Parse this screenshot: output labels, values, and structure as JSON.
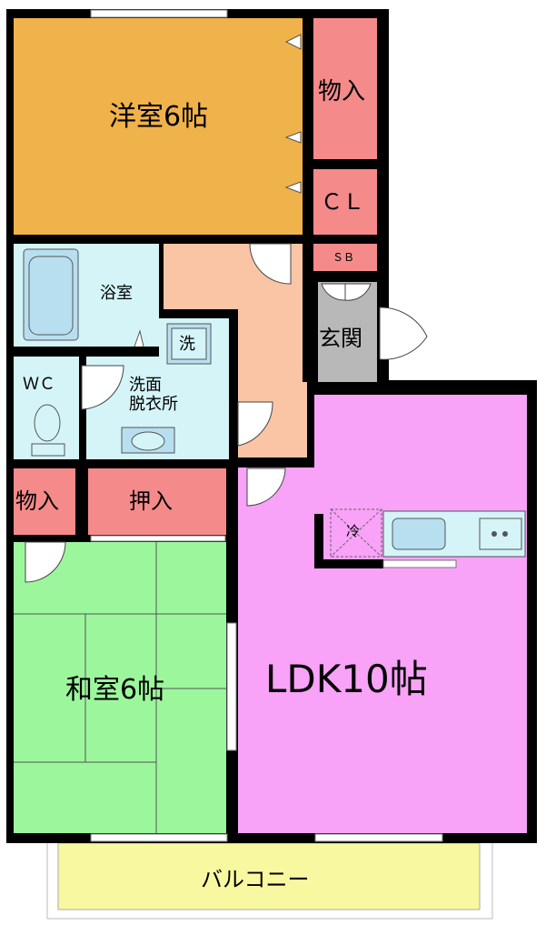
{
  "rooms": {
    "western": {
      "label": "洋室6帖",
      "color": "#F0B24A"
    },
    "storage_top": {
      "label": "物入",
      "color": "#F48A8A"
    },
    "closet": {
      "label": "ＣＬ",
      "color": "#F48A8A"
    },
    "shoe_box": {
      "label": "ＳＢ",
      "color": "#F48A8A"
    },
    "hall": {
      "label": "",
      "color": "#FAC5A5"
    },
    "bath": {
      "label": "浴室",
      "color": "#D4F4F8"
    },
    "washer": {
      "label": "洗",
      "color": "#D4F4F8"
    },
    "washroom": {
      "label": "洗面\n脱衣所",
      "color": "#D4F4F8"
    },
    "wc": {
      "label": "ＷＣ",
      "color": "#D4F4F8"
    },
    "entrance": {
      "label": "玄関",
      "color": "#B8B8B8"
    },
    "storage_left": {
      "label": "物入",
      "color": "#F48A8A"
    },
    "oshiire": {
      "label": "押入",
      "color": "#F48A8A"
    },
    "washitsu": {
      "label": "和室6帖",
      "color": "#9CF79C"
    },
    "ldk": {
      "label": "LDK10帖",
      "color": "#F8A2F8"
    },
    "fridge": {
      "label": "冷"
    },
    "balcony": {
      "label": "バルコニー",
      "color": "#F8F8A0"
    }
  },
  "colors": {
    "wall": "#000000",
    "fixture": "#B8DFF0",
    "counter": "#D4F4F8"
  }
}
